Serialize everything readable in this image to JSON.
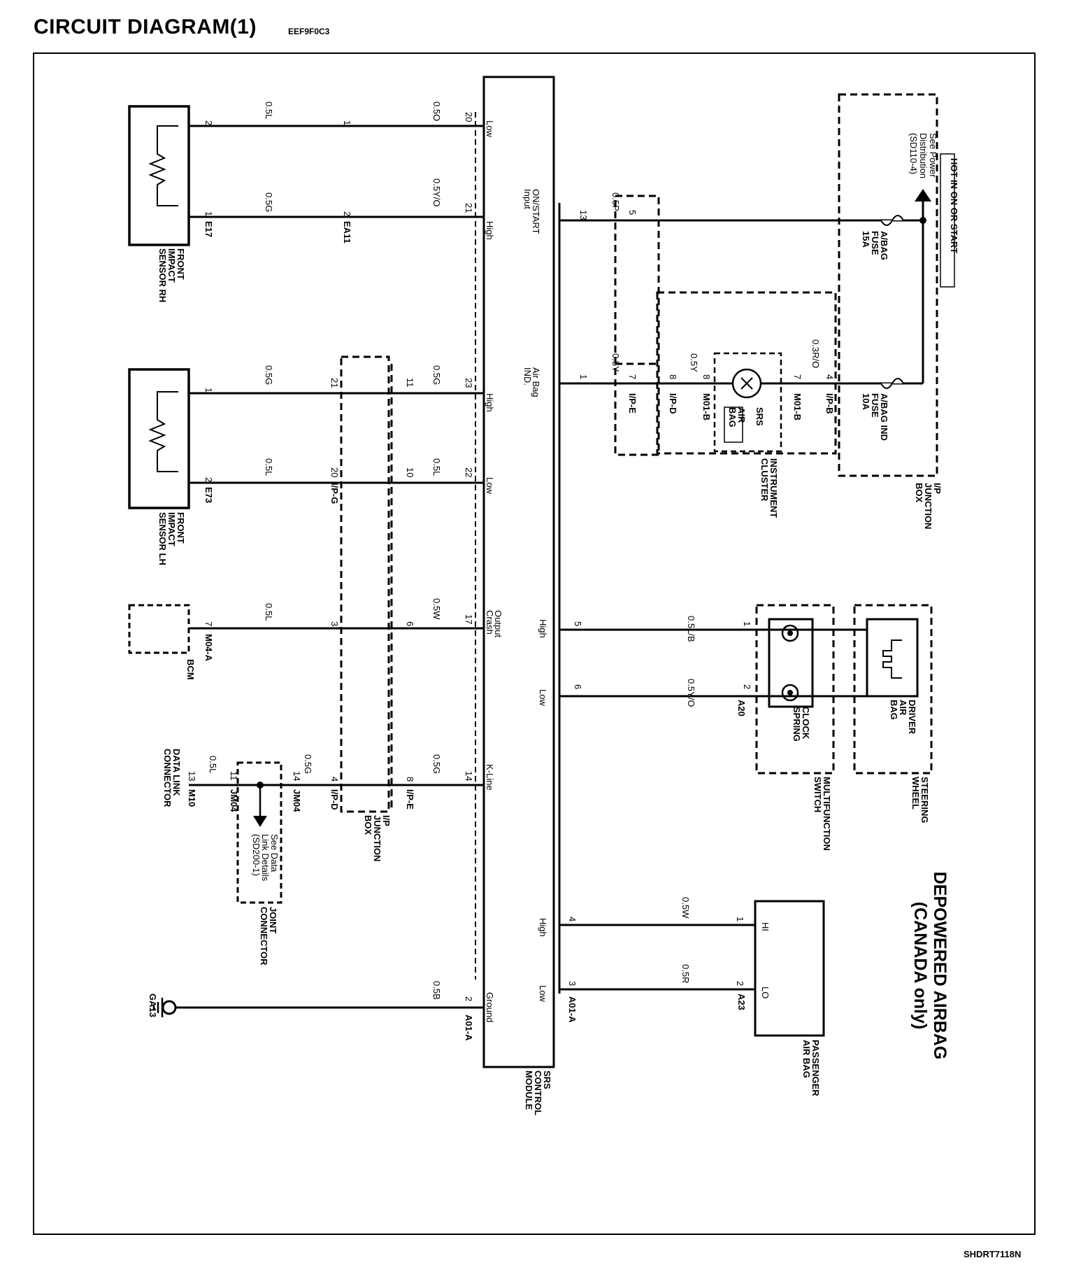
{
  "header": {
    "title": "CIRCUIT DIAGRAM(1)",
    "code": "EEF9F0C3"
  },
  "footer": {
    "code": "SHDRT7118N"
  },
  "title": {
    "line1": "DEPOWERED AIRBAG",
    "line2": "(CANADA only)"
  },
  "hot": {
    "label": "HOT IN ON OR START"
  },
  "power_ref": {
    "line1": "See Power",
    "line2": "Distribution",
    "line3": "(SD110-4)"
  },
  "fuse1": {
    "l1": "A/BAG",
    "l2": "FUSE",
    "l3": "15A"
  },
  "fuse2": {
    "l1": "A/BAG IND",
    "l2": "FUSE",
    "l3": "10A"
  },
  "ipjb": {
    "l1": "I/P",
    "l2": "JUNCTION",
    "l3": "BOX"
  },
  "cluster": {
    "l1": "INSTRUMENT",
    "l2": "CLUSTER",
    "srs1": "SRS",
    "srs2": "AIR",
    "srs3": "BAG"
  },
  "conn": {
    "ip_b": "I/P-B",
    "m01_b": "M01-B",
    "ip_d": "I/P-D",
    "ip_e": "I/P-E",
    "a20": "A20",
    "a23": "A23",
    "a01_a": "A01-A",
    "e17": "E17",
    "ea11": "EA11",
    "e73": "E73",
    "ip_g": "I/P-G",
    "m04_a": "M04-A",
    "jm04": "JM04",
    "m10": "M10",
    "ga13": "GA13"
  },
  "wires": {
    "w1": "0.5P",
    "w2": "0.3R/O",
    "w3": "0.5Y",
    "w4": "0.5Y",
    "w5": "0.5L/B",
    "w6": "0.5Y/O",
    "w7": "0.5W",
    "w8": "0.5R",
    "w9": "0.5O",
    "w10": "0.5Y/O",
    "w11": "0.5L",
    "w12": "0.5G",
    "w13": "0.5G",
    "w14": "0.5L",
    "w15": "0.5G",
    "w16": "0.5L",
    "w17": "0.5W",
    "w18": "0.5L",
    "w19": "0.5G",
    "w20": "0.5G",
    "w21": "0.5L",
    "w22": "0.5B"
  },
  "pins": {
    "p5": "5",
    "p13": "13",
    "p1a": "1",
    "p7a": "7",
    "p8a": "8",
    "p8b": "8",
    "p7b": "7",
    "p4a": "4",
    "p5b": "5",
    "p6b": "6",
    "p1b": "1",
    "p2b": "2",
    "p4b": "4",
    "p3b": "3",
    "p1c": "1",
    "p2c": "2",
    "p20": "20",
    "p21": "21",
    "p23": "23",
    "p22": "22",
    "p17": "17",
    "p14": "14",
    "p2d": "2",
    "p11": "11",
    "p10": "10",
    "p6c": "6",
    "p8c": "8",
    "p21b": "21",
    "p20b": "20",
    "p3c": "3",
    "p4c": "4",
    "p1d": "1",
    "p2e": "2",
    "p2f": "2",
    "p1f": "1",
    "p1g": "1",
    "p2g": "2",
    "p7c": "7",
    "p14b": "14",
    "p11b": "11",
    "p13b": "13"
  },
  "srs": {
    "title1": "SRS",
    "title2": "CONTROL",
    "title3": "MODULE",
    "on_start": "ON/START",
    "input": "Input",
    "airbag": "Air Bag",
    "ind": "IND.",
    "high": "High",
    "low": "Low",
    "high2": "High",
    "low2": "Low",
    "low_a": "Low",
    "high_a": "High",
    "high_b": "High",
    "low_b": "Low",
    "crash1": "Crash",
    "crash2": "Output",
    "kline": "K-Line",
    "ground": "Ground"
  },
  "comp": {
    "steering1": "STEERING",
    "steering2": "WHEEL",
    "driver1": "DRIVER",
    "driver2": "AIR",
    "driver3": "BAG",
    "clock1": "CLOCK",
    "clock2": "SPRING",
    "multi1": "MULTIFUNCTION",
    "multi2": "SWITCH",
    "pass1": "PASSENGER",
    "pass2": "AIR BAG",
    "hi": "HI",
    "lo": "LO",
    "frh1": "FRONT",
    "frh2": "IMPACT",
    "frh3": "SENSOR RH",
    "flh1": "FRONT",
    "flh2": "IMPACT",
    "flh3": "SENSOR LH",
    "bcm": "BCM",
    "dlc1": "DATA LINK",
    "dlc2": "CONNECTOR",
    "jc1": "JOINT",
    "jc2": "CONNECTOR",
    "dref1": "See Data",
    "dref2": "Link Details",
    "dref3": "(SD200-1)",
    "ipjb2_1": "I/P",
    "ipjb2_2": "JUNCTION",
    "ipjb2_3": "BOX"
  }
}
